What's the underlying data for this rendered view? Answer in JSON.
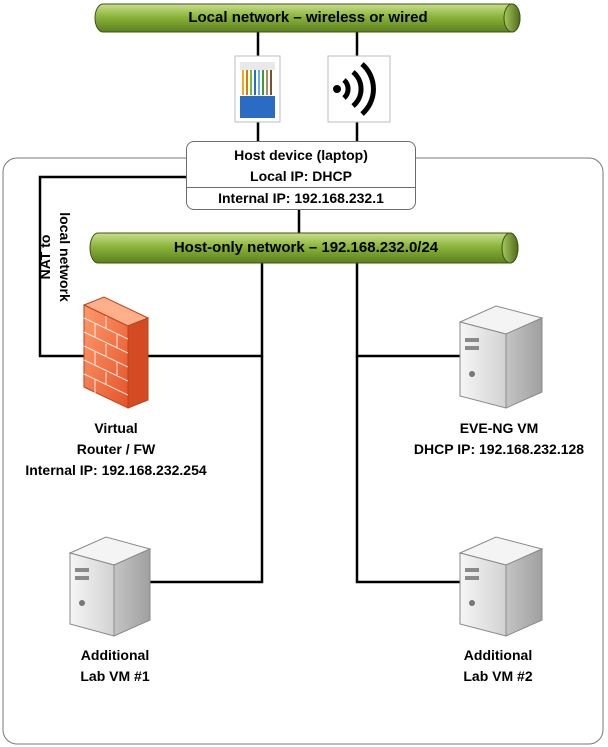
{
  "networks": {
    "local": "Local network – wireless or wired",
    "host_only": "Host-only network – 192.168.232.0/24"
  },
  "host": {
    "title": "Host device (laptop)",
    "local_ip": "Local IP: DHCP",
    "internal_ip": "Internal IP: 192.168.232.1"
  },
  "nat": {
    "line1": "NAT to",
    "line2": "local network"
  },
  "router": {
    "line1": "Virtual",
    "line2": "Router / FW",
    "line3": "Internal IP: 192.168.232.254"
  },
  "eve": {
    "line1": "EVE-NG VM",
    "line2": "DHCP IP: 192.168.232.128"
  },
  "lab1": {
    "line1": "Additional",
    "line2": "Lab VM #1"
  },
  "lab2": {
    "line1": "Additional",
    "line2": "Lab VM #2"
  },
  "colors": {
    "pipe": "#8cb53a",
    "pipe_dark": "#4f6b1b",
    "firewall": "#e8623b",
    "server": "#e6e6e6"
  },
  "icons": {
    "ethernet": "ethernet-cable-icon",
    "wifi": "wifi-icon",
    "firewall": "firewall-icon",
    "server": "server-icon"
  }
}
